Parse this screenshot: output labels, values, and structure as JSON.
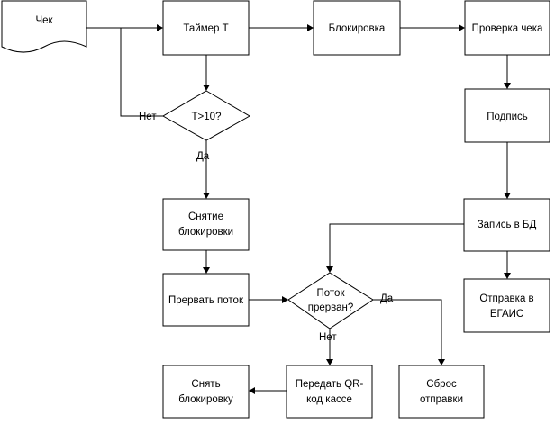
{
  "nodes": {
    "cheque": "Чек",
    "timer": "Таймер Т",
    "block": "Блокировка",
    "check_receipt": "Проверка чека",
    "condition_t": "T>10?",
    "signature": "Подпись",
    "unblock": [
      "Снятие",
      "блокировки"
    ],
    "db_write": "Запись в БД",
    "stop_stream": "Прервать поток",
    "stream_broken": [
      "Поток",
      "прерван?"
    ],
    "send_egais": [
      "Отправка в",
      "ЕГАИС"
    ],
    "remove_block": [
      "Снять",
      "блокировку"
    ],
    "send_qr": [
      "Передать QR-",
      "код кассе"
    ],
    "reset_send": [
      "Сброс",
      "отправки"
    ]
  },
  "edge_labels": {
    "no_t": "Нет",
    "yes_t": "Да",
    "yes_stream": "Да",
    "no_stream": "Нет"
  }
}
